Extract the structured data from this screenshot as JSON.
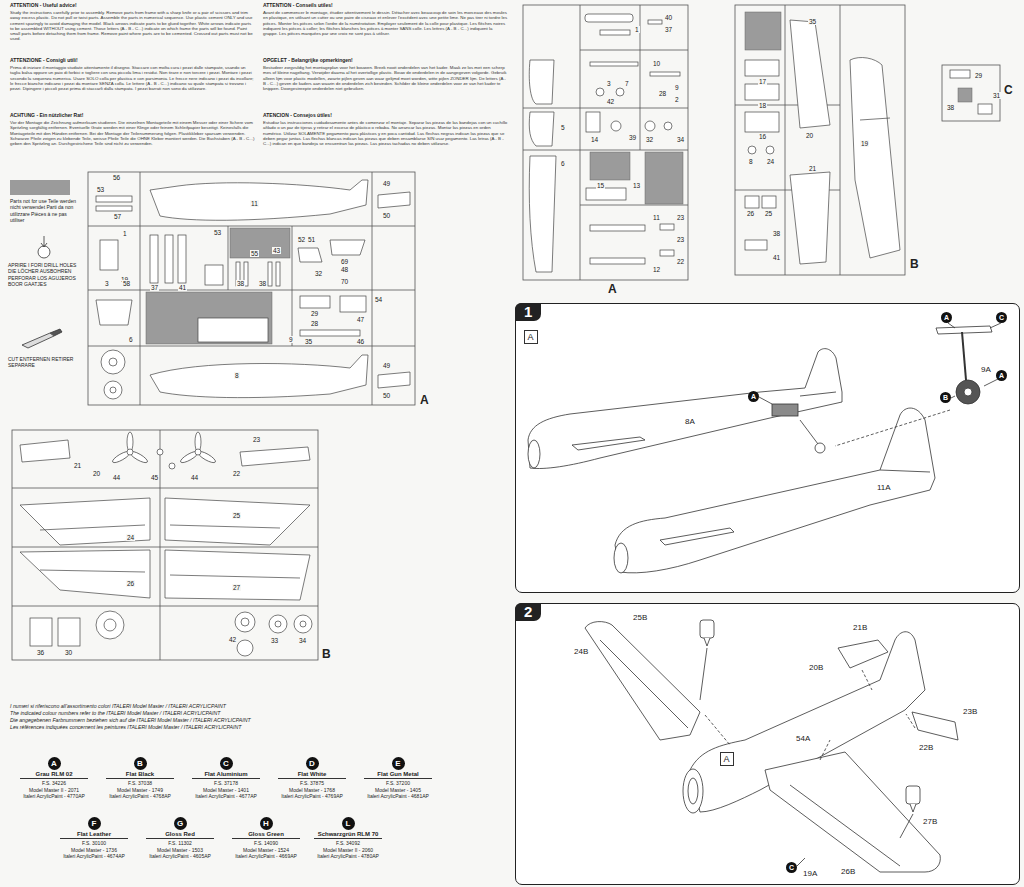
{
  "diagram": {
    "nodes": [
      {
        "text": [
          "1"
        ]
      },
      {
        "text": [
          "A"
        ],
        "in": 0
      },
      {
        "text": [
          "2"
        ]
      },
      {
        "text": [
          "A"
        ],
        "in": 2
      },
      {
        "text": [
          "A",
          "Grau RLM 02",
          "F.S. 34226",
          "Model Master II - 2071",
          "Italeri AcrylicPaint - 4770AP"
        ]
      },
      {
        "text": [
          "B",
          "Flat Black",
          "F.S. 37038",
          "Model Master - 1749",
          "Italeri AcrylicPaint - 4768AP"
        ]
      },
      {
        "text": [
          "C",
          "Flat Aluminium",
          "F.S. 37178",
          "Model Master - 1401",
          "Italeri AcrylicPaint - 4677AP"
        ]
      },
      {
        "text": [
          "D",
          "Flat White",
          "F.S. 37875",
          "Model Master - 1768",
          "Italeri AcrylicPaint - 4769AP"
        ]
      },
      {
        "text": [
          "E",
          "Flat Gun Metal",
          "F.S. 37200",
          "Model Master - 1405",
          "Italeri AcrylicPaint - 4681AP"
        ]
      },
      {
        "text": [
          "F",
          "Flat Leather",
          "F.S. 30100",
          "Model Master - 1736",
          "Italeri AcrylicPaint - 4674AP"
        ]
      },
      {
        "text": [
          "G",
          "Gloss Red",
          "F.S. 11302",
          "Model Master - 1503",
          "Italeri AcrylicPaint - 4605AP"
        ]
      },
      {
        "text": [
          "H",
          "Gloss Green",
          "F.S. 14090",
          "Model Master - 1524",
          "Italeri AcrylicPaint - 4669AP"
        ]
      },
      {
        "text": [
          "L",
          "Schwarzgrün RLM 70",
          "F.S. 34092",
          "Model Master II - 2060",
          "Italeri AcrylicPaint - 4780AP"
        ]
      }
    ],
    "labels": [
      "ATTENTION - Useful advice!",
      "Study the instructions carefully prior to assembly. Remove parts from frame with a sharp knife or a pair of scissors and trim away excess plastic. Do not pull or twist parts. Assemble the parts in numerical sequence. Use plastic cement ONLY and use cement sparingly to avoid damaging the model. Black arrows indicate parts to be glued together. White arrows indicate parts to be assembled WITHOUT using cement. Those letters (A - B - C...) indicate on which frame the parts will be found. Paint small parts before detaching them from frame. Remove paint where parts are to be cemented. Crossed out parts must not be used.",
      "ATTENZIONE - Consigli utili!",
      "Prima di iniziare il montaggio studiate attentamente il disegno. Staccare con molta cura i pezzi dalle stampate, usando un taglia balsa oppure un paio di forbici e togliere con una piccola lima i residui. Non tirare e non torcere i pezzi. Montare i pezzi secondo la sequenza numerica. Usare SOLO colla per plastica e con parsimonia. Le frecce nere indicano i pezzi da incollare; le frecce bianche indicano i pezzi da montare SENZA colla. Le lettere (A - B - C...) indicano su quale stampata si trovano i pezzi. Dipingere i piccoli pezzi prima di staccarli dalla stampata. I pezzi barrati non sono da utilizzare.",
      "ACHTUNG - Ein nützlicher Rat!",
      "Vor der Montage die Zeichnung aufmerksam studieren. Die einzelnen Montageteile mit einem Messer oder einer Schere vom Spritzling sorgfältig entfernen. Eventuelle Grate werden mit einer Klinge oder feinem Schleifpapier beseitigt. Keinesfalls die Montageteile mit den Händen entfernen. Bei der Montage der Teilenummerung folgen. Plastikkleber sparsam verwenden. Schwarze Pfeile zeigen zu klebende Teile, weisse Pfeile Teile die OHNE Kleber montiert werden. Die Buchstaben (A - B - C...) geben den Spritzling an. Durchgestrichene Teile sind nicht zu verwenden.",
      "ATTENTION - Conseils utiles!",
      "Avant de commencer le montage, étudier attentivement le dessin. Détacher avec beaucoup de soin les morceaux des moules en plastique, en utilisant un cutter ou une paire de ciseaux et enlever l'excédent avec une petite lime. Ne pas tirer ni tordre les pièces. Monter les pièces selon l'ordre de la numérotation. Employer seulement de la colle pour plastique. Les flèches noires indiquent les pièces à coller; les flèches blanches les pièces à monter SANS colle. Les lettres (A - B - C...) indiquent la grappe. Les pièces marquées par une croix ne sont pas à utiliser.",
      "OPGELET - Belangrijke opmerkingen!",
      "Bestudeer zorgvuldig het montageplan voor het bouwen. Breek nooit onderdelen van het kader. Maak ze los met een scherp mes of kleine nageltang. Verwijder daarna al het overtollige plastic. Bouw de onderdelen in de aangegeven volgorde. Gebruik alleen lijm voor plastic modellen, zwarte pijlen geven aan waar gelijmd moet worden, witte pijlen ZONDER lijm. De letters (A - B - C...) geven de kaders aan waarin de onderdelen zich bevinden. Schilder de kleine onderdelen voor ze van het kader te knippen. Doorgestreepte onderdelen niet gebruiken.",
      "ATENCION - Consejos útiles!",
      "Estudiar las instrucciones cuidadosamente antes de comenzar el montaje. Separar las piezas de las bandejas con un cuchillo afilado o un par de tijeras y retirar el exceso de plástico o rebaba. No arrancar las piezas. Montar las piezas en orden numérico. Utilizar SOLAMENTE pegamento para plásticos y en poca cantidad. Las flechas negras indican las piezas que se deben pegar juntas. Las flechas blancas indican las piezas que deben ensamblarse SIN usar pegamento. Las letras (A - B - C...) indican en que bandeja se encuentran las piezas. Las piezas tachadas no deben utilizarse.",
      "56",
      "53",
      "57",
      "11",
      "49",
      "50",
      "53",
      "52",
      "51",
      "69",
      "1",
      "19",
      "37",
      "41",
      "55",
      "43",
      "32",
      "48",
      "70",
      "3",
      "58",
      "38",
      "38",
      "54",
      "47",
      "46",
      "29",
      "28",
      "9",
      "35",
      "6",
      "8",
      "49",
      "50",
      "A",
      "21",
      "20",
      "44",
      "45",
      "44",
      "22",
      "23",
      "24",
      "25",
      "26",
      "27",
      "36",
      "30",
      "42",
      "33",
      "34",
      "B",
      "I numeri si riferiscono all'assortimento colori ITALERI Model Master / ITALERI ACRYLICPAINT",
      "The indicated colour numbers refer to the ITALERI Model Master / ITALERI ACRYLICPAINT",
      "Die angegebenen Farbnummern beziehen sich auf die ITALERI Model Master / ITALERI ACRYLICPAINT",
      "Les références indiquées concernent les peintures ITALERI Model Master / ITALERI ACRYLICPAINT",
      "40",
      "37",
      "1",
      "10",
      "9",
      "3",
      "7",
      "28",
      "2",
      "42",
      "5",
      "39",
      "14",
      "32",
      "34",
      "15",
      "13",
      "6",
      "11",
      "23",
      "23",
      "22",
      "12",
      "A",
      "35",
      "17",
      "18",
      "16",
      "20",
      "19",
      "8",
      "24",
      "21",
      "26",
      "25",
      "38",
      "41",
      "B",
      "29",
      "38",
      "31",
      "C",
      "8A",
      "11A",
      "9A",
      "A",
      "C",
      "A",
      "B",
      "A",
      "25B",
      "24B",
      "21B",
      "20B",
      "23B",
      "22B",
      "54A",
      "27B",
      "26B",
      "19A",
      "C"
    ],
    "legend": [
      {
        "text": "Parts not for use Teile werden nicht verwendet Parti da non utilizzare Pièces à ne pas utiliser",
        "color": "#9b9b9b"
      },
      {
        "text": "APRIRE I FORI DRILL HOLES DIE LÖCHER AUSBOHREN PERFORAR LOS AGUJEROS BOOR GAATJES"
      },
      {
        "text": "CUT ENTFERNEN RETIRER SEPARARE"
      }
    ]
  }
}
